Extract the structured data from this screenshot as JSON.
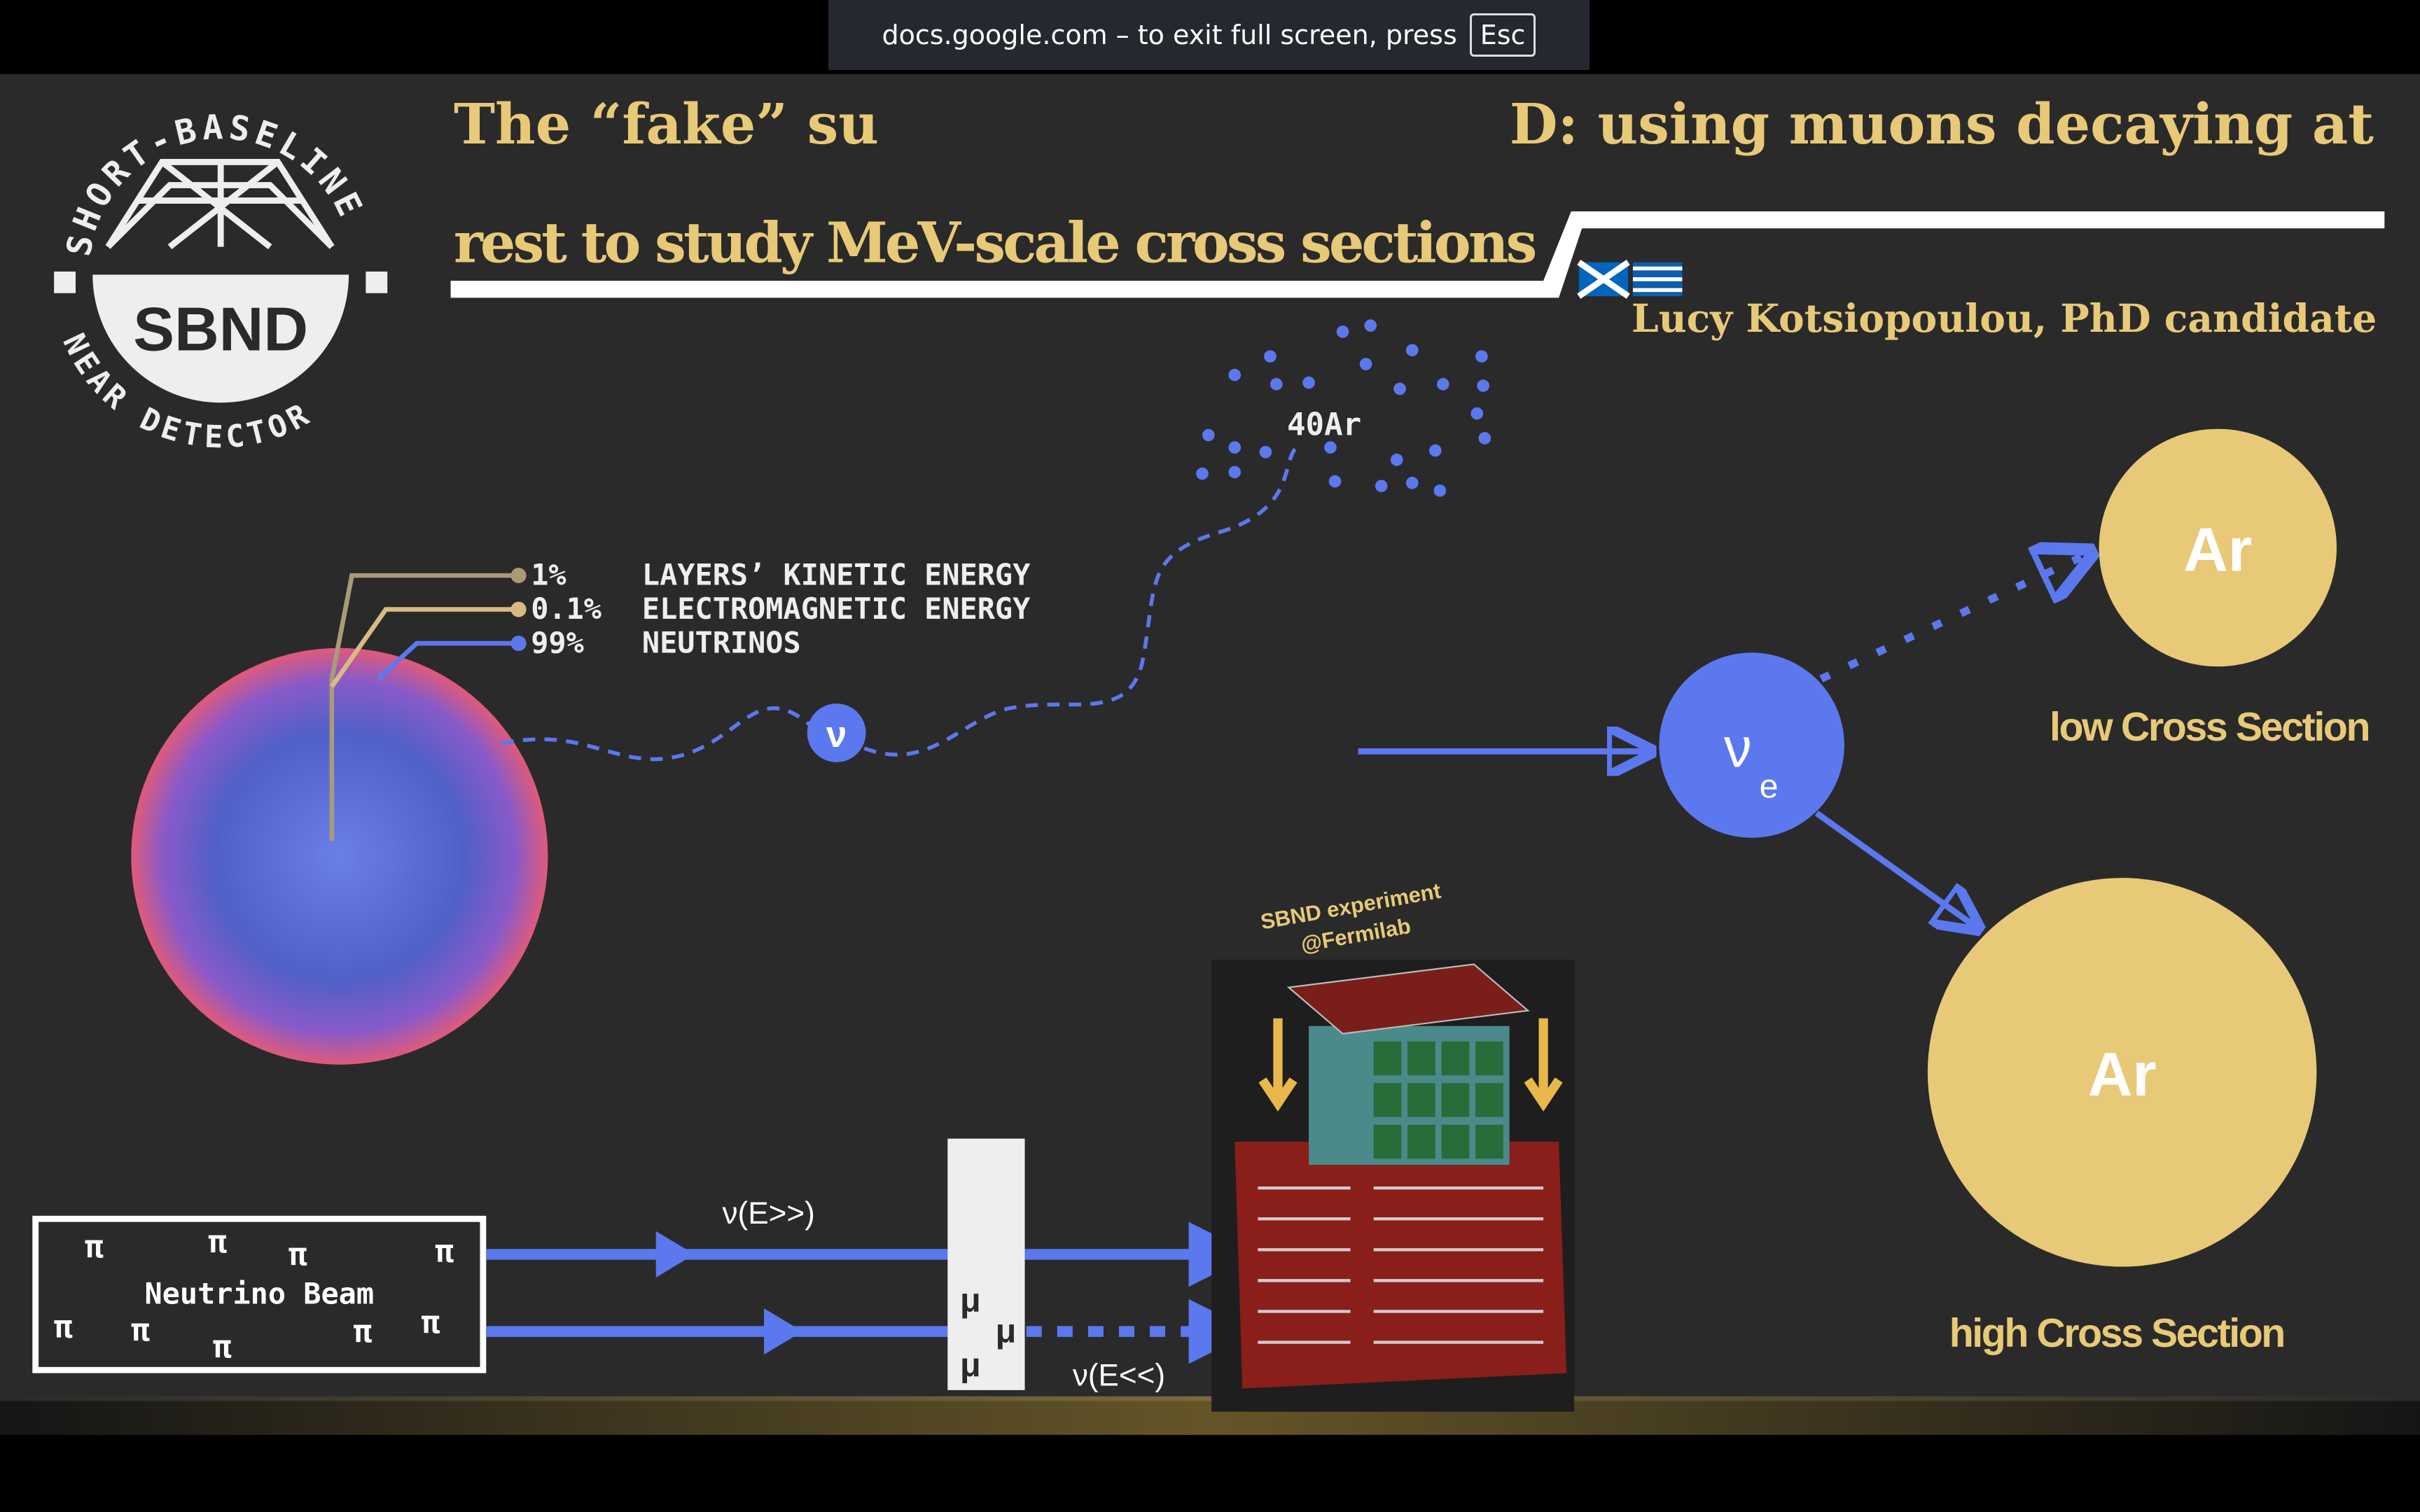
{
  "fullscreen_toast": {
    "message": "docs.google.com – to exit full screen, press",
    "key": "Esc"
  },
  "slide": {
    "title_line1_left": "The “fake” su",
    "title_line1_right": "D: using muons decaying at",
    "title_line2": "rest to study MeV-scale cross sections",
    "author": "Lucy Kotsiopoulou, PhD candidate",
    "logo": {
      "top": "SHORT-BASELINE",
      "center": "SBND",
      "bottom": "NEAR DETECTOR"
    },
    "energy_legend": [
      {
        "pct": "1%",
        "label": "LAYERS’ KINETIC ENERGY",
        "color": "#a99a78"
      },
      {
        "pct": "0.1%",
        "label": "ELECTROMAGNETIC ENERGY",
        "color": "#d8bb83"
      },
      {
        "pct": "99%",
        "label": "NEUTRINOS",
        "color": "#5b78ee"
      }
    ],
    "nu_label": "ν",
    "argon_cloud_label": "40Ar",
    "argon_sup": "40",
    "argon_sym": "Ar",
    "nue_main": "ν",
    "nue_sub": "e",
    "ar_small": "Ar",
    "ar_large": "Ar",
    "low_cs": "low Cross Section",
    "high_cs": "high Cross Section",
    "beam_label": "Neutrino Beam",
    "pi": "π",
    "mu": "μ",
    "nu_high": "ν(E>>)",
    "nu_low": "ν(E<<)",
    "sbnd_caption_1": "SBND experiment",
    "sbnd_caption_2": "@Fermilab",
    "colors": {
      "gold": "#e8c977",
      "blue": "#5b78ee",
      "bg": "#2a2a2a"
    }
  }
}
